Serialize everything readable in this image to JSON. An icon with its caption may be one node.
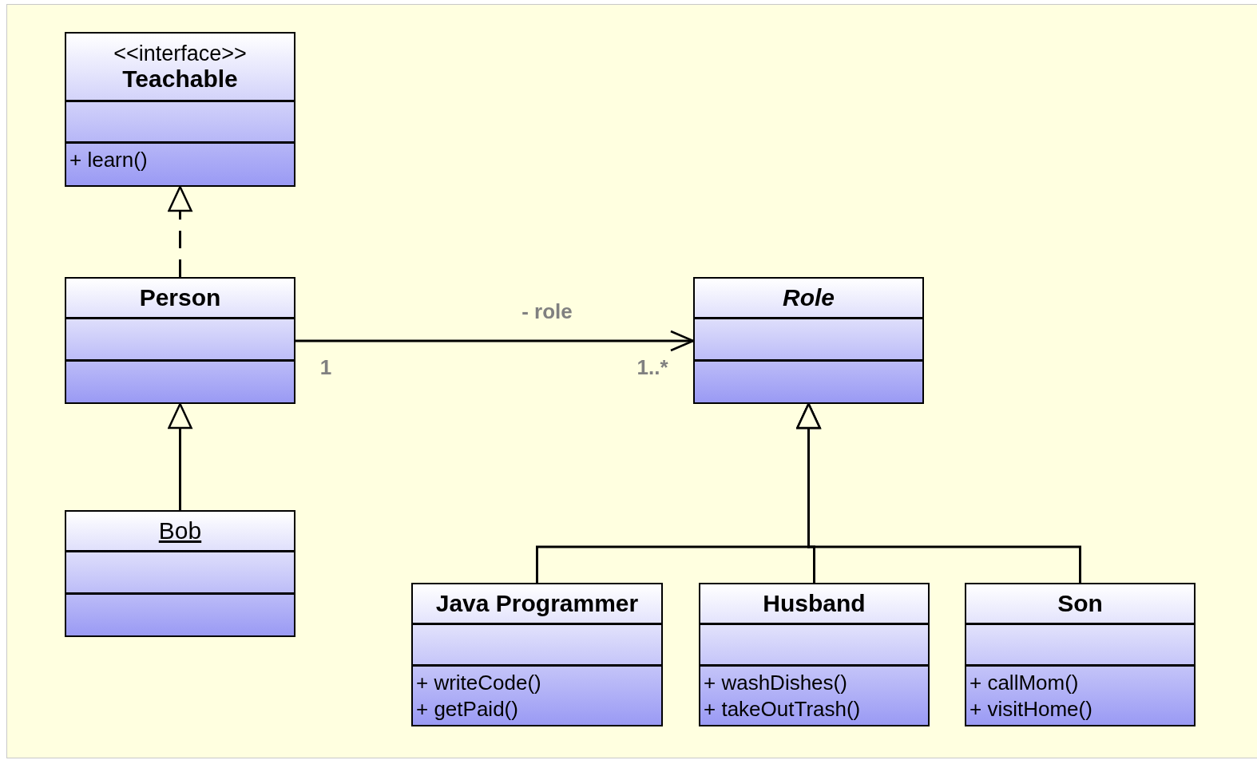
{
  "diagram": {
    "nodes": [
      {
        "text": [
          "<<interface>>",
          "Teachable",
          "+ learn()"
        ]
      },
      {
        "text": [
          "Person"
        ]
      },
      {
        "text": [
          "Role"
        ]
      },
      {
        "text": [
          "Bob"
        ]
      },
      {
        "text": [
          "Java Programmer",
          "+ writeCode()",
          "+ getPaid()"
        ]
      },
      {
        "text": [
          "Husband",
          "+ washDishes()",
          "+ takeOutTrash()"
        ]
      },
      {
        "text": [
          "Son",
          "+ callMom()",
          "+ visitHome()"
        ]
      }
    ],
    "edges": [
      {
        "from": 1,
        "to": 0,
        "arrow": "to",
        "style": "dashed"
      },
      {
        "from": 1,
        "to": 2,
        "arrow": "to",
        "label": "- role"
      },
      {
        "from": 3,
        "to": 1,
        "arrow": "to"
      },
      {
        "from": 4,
        "to": 2,
        "arrow": "to"
      },
      {
        "from": 5,
        "to": 2,
        "arrow": "to"
      },
      {
        "from": 6,
        "to": 2,
        "arrow": "to"
      }
    ],
    "labels": [
      "1",
      "1..*"
    ]
  }
}
